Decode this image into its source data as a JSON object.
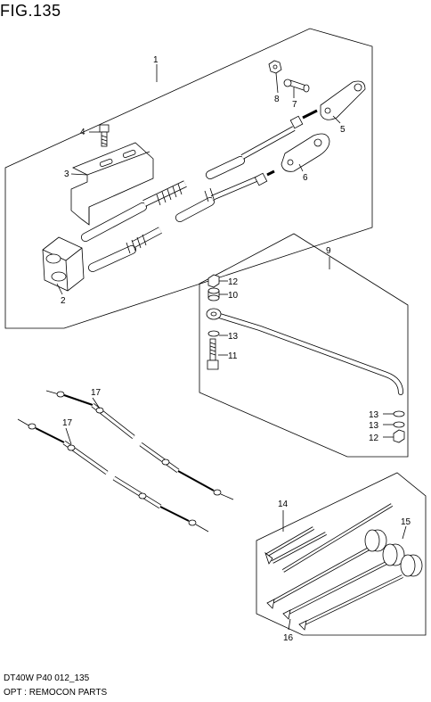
{
  "figure_label": "FIG.135",
  "footer": {
    "code": "DT40W P40 012_135",
    "title": "OPT : REMOCON PARTS"
  },
  "callouts": {
    "c1": "1",
    "c2": "2",
    "c3": "3",
    "c4": "4",
    "c5": "5",
    "c6": "6",
    "c7": "7",
    "c8": "8",
    "c9": "9",
    "c10": "10",
    "c11": "11",
    "c12a": "12",
    "c12b": "12",
    "c13a": "13",
    "c13b": "13",
    "c13c": "13",
    "c14": "14",
    "c15": "15",
    "c16": "16",
    "c17a": "17",
    "c17b": "17"
  }
}
